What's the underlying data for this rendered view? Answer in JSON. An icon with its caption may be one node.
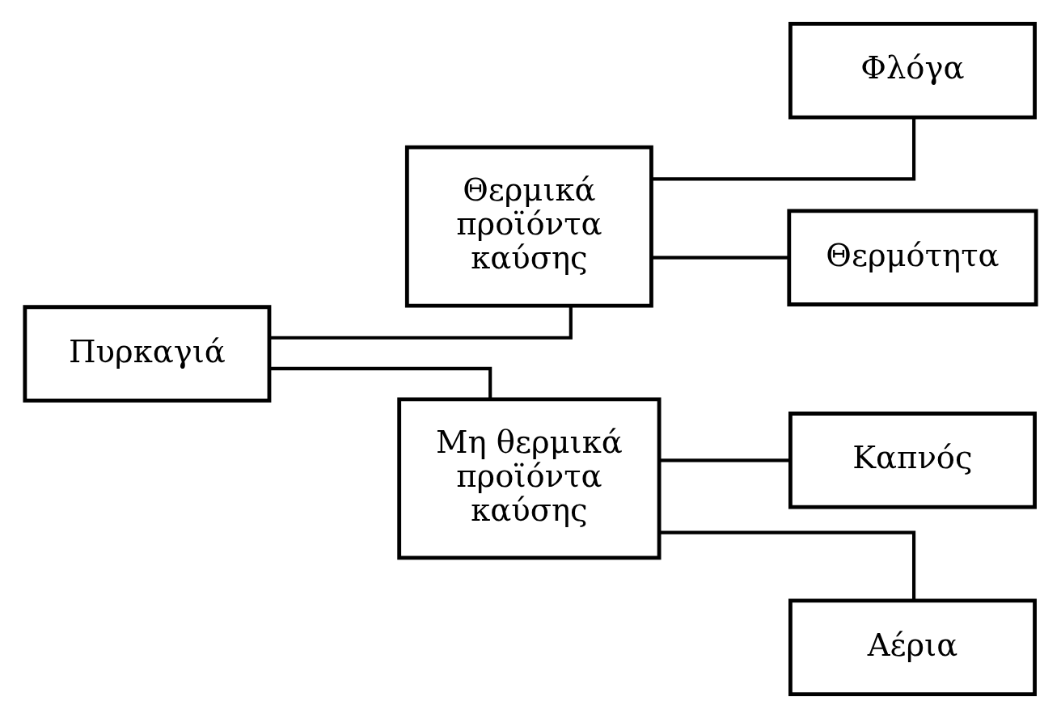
{
  "diagram": {
    "nodes": [
      {
        "text": [
          "Πυρκαγιά"
        ]
      },
      {
        "text": [
          "Θερμικά προϊόντα καύσης"
        ]
      },
      {
        "text": [
          "Μη θερμικά προϊόντα καύσης"
        ]
      },
      {
        "text": [
          "Φλόγα"
        ]
      },
      {
        "text": [
          "Θερμότητα"
        ]
      },
      {
        "text": [
          "Καπνός"
        ]
      },
      {
        "text": [
          "Αέρια"
        ]
      }
    ],
    "edges": [
      {
        "from": 0,
        "to": 1,
        "arrow": "none"
      },
      {
        "from": 0,
        "to": 2,
        "arrow": "none"
      },
      {
        "from": 1,
        "to": 3,
        "arrow": "none"
      },
      {
        "from": 1,
        "to": 4,
        "arrow": "none"
      },
      {
        "from": 2,
        "to": 5,
        "arrow": "none"
      },
      {
        "from": 2,
        "to": 6,
        "arrow": "none"
      }
    ]
  }
}
